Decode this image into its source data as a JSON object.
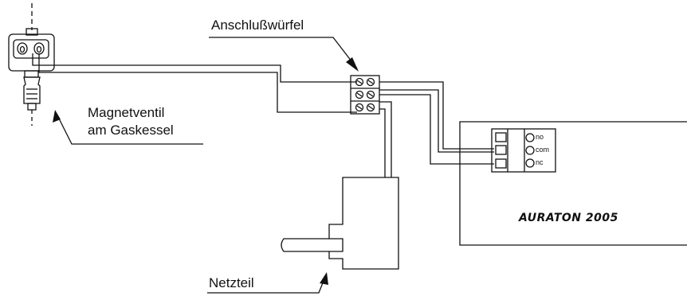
{
  "labels": {
    "connector_block": "Anschlußwürfel",
    "valve_line1": "Magnetventil",
    "valve_line2": "am Gaskessel",
    "power_supply": "Netzteil",
    "device_name": "AURATON 2005"
  },
  "terminals": {
    "no": "no",
    "com": "com",
    "nc": "nc"
  },
  "colors": {
    "line": "#111111",
    "background": "#ffffff"
  }
}
